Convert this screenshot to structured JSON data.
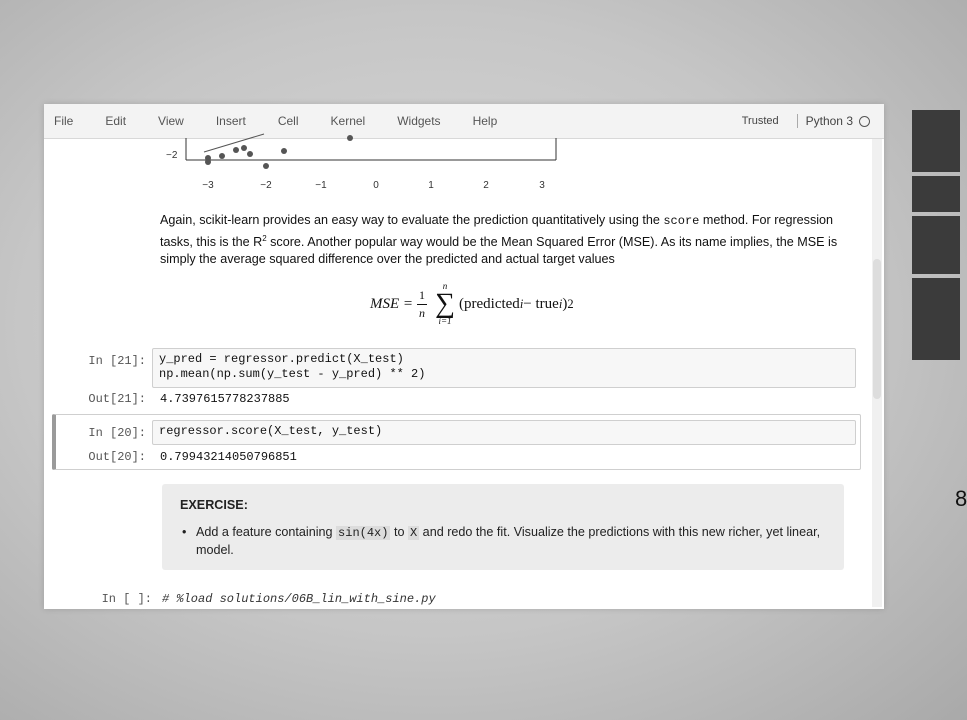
{
  "menu": {
    "items": [
      "File",
      "Edit",
      "View",
      "Insert",
      "Cell",
      "Kernel",
      "Widgets",
      "Help"
    ],
    "trusted": "Trusted",
    "kernel": "Python 3"
  },
  "plot": {
    "y_tick": "−2",
    "x_ticks": [
      "−3",
      "−2",
      "−1",
      "0",
      "1",
      "2",
      "3"
    ]
  },
  "markdown": {
    "p_before_score": "Again, scikit-learn provides an easy way to evaluate the prediction quantitatively using the ",
    "score_code": "score",
    "p_line2_a": "method. For regression tasks, this is the R",
    "p_sup": "2",
    "p_line2_b": " score. Another popular way would be the Mean Squared Error (MSE). As its name implies, the MSE is simply the average squared difference over the predicted and actual target values"
  },
  "formula": {
    "lhs": "MSE =",
    "frac_num": "1",
    "frac_den": "n",
    "sum_top": "n",
    "sum_bottom": "i=1",
    "body": "(predicted",
    "sub_i1": "i",
    "minus_true": " − true",
    "sub_i2": "i",
    "close": ")",
    "exp": "2"
  },
  "cells": [
    {
      "prompt": "In [21]:",
      "lines": [
        "y_pred = regressor.predict(X_test)",
        "np.mean(np.sum(y_test - y_pred) ** 2)"
      ],
      "out_prompt": "Out[21]:",
      "output": "4.7397615778237885"
    },
    {
      "prompt": "In [20]:",
      "lines": [
        "regressor.score(X_test, y_test)"
      ],
      "out_prompt": "Out[20]:",
      "output": "0.79943214050796851"
    },
    {
      "prompt": "In [ ]:",
      "lines": [
        "# %load solutions/06B_lin_with_sine.py"
      ]
    }
  ],
  "exercise": {
    "title": "EXERCISE:",
    "text_a": "Add a feature containing ",
    "code1": "sin(4x)",
    "text_b": " to ",
    "code2": "X",
    "text_c": " and redo the fit. Visualize the predictions with this new richer, yet linear, model."
  },
  "side": {
    "char": "8"
  }
}
